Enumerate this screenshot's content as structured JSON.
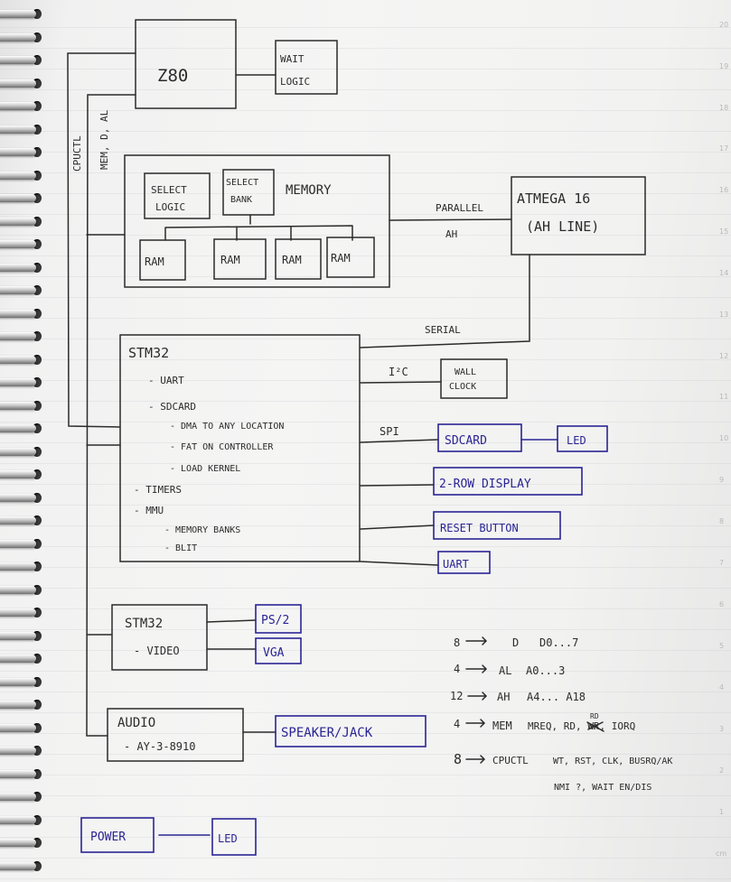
{
  "nodes": {
    "z80": "Z80",
    "wait_logic": [
      "WAIT",
      "LOGIC"
    ],
    "memory": "MEMORY",
    "select_logic": [
      "SELECT",
      "LOGIC"
    ],
    "select_bank": [
      "SELECT",
      "BANK"
    ],
    "ram": [
      "RAM",
      "RAM",
      "RAM",
      "RAM"
    ],
    "atmega": [
      "ATMEGA 16",
      "(AH LINE)"
    ],
    "stm32_main": "STM32",
    "stm32_main_items": [
      "- UART",
      "- SDCARD",
      "- DMA TO ANY LOCATION",
      "- FAT ON CONTROLLER",
      "- LOAD KERNEL",
      "- TIMERS",
      "- MMU",
      "- MEMORY BANKS",
      "- BLIT"
    ],
    "wall_clock": [
      "WALL",
      "CLOCK"
    ],
    "stm32_video": "STM32",
    "stm32_video_item": "- VIDEO",
    "audio": "AUDIO",
    "audio_item": "- AY-3-8910",
    "sdcard": "SDCARD",
    "led_sd": "LED",
    "display": "2-ROW DISPLAY",
    "reset": "RESET BUTTON",
    "uart": "UART",
    "ps2": "PS/2",
    "vga": "VGA",
    "speaker": "SPEAKER/JACK",
    "power": "POWER",
    "led_power": "LED"
  },
  "edge_labels": {
    "cpuctl": "CPUCTL",
    "mem_d_al": "MEM, D, AL",
    "parallel": "PARALLEL",
    "ah": "AH",
    "serial": "SERIAL",
    "i2c": "I²C",
    "spi": "SPI"
  },
  "bus_legend": [
    {
      "count": "8",
      "name": "D",
      "lines": "D0...7"
    },
    {
      "count": "4",
      "name": "AL",
      "lines": "A0...3"
    },
    {
      "count": "12",
      "name": "AH",
      "lines": "A4... A18"
    },
    {
      "count": "4",
      "name": "MEM",
      "lines": "MREQ, RD, WR, IORQ",
      "strike": "MR",
      "insert": "RD"
    },
    {
      "count": "8",
      "name": "CPUCTL",
      "lines": "WT, RST, CLK, BUSRQ/AK",
      "continued": "NMI ?, WAIT EN/DIS"
    }
  ],
  "page_numbers": [
    "20",
    "19",
    "18",
    "17",
    "16",
    "15",
    "14",
    "13",
    "12",
    "11",
    "10",
    "9",
    "8",
    "7",
    "6",
    "5",
    "4",
    "3",
    "2",
    "1",
    "cm"
  ],
  "colors": {
    "pencil": "#2b2b2b",
    "blue_pen": "#2a2494",
    "paper": "#f4f4f3"
  }
}
